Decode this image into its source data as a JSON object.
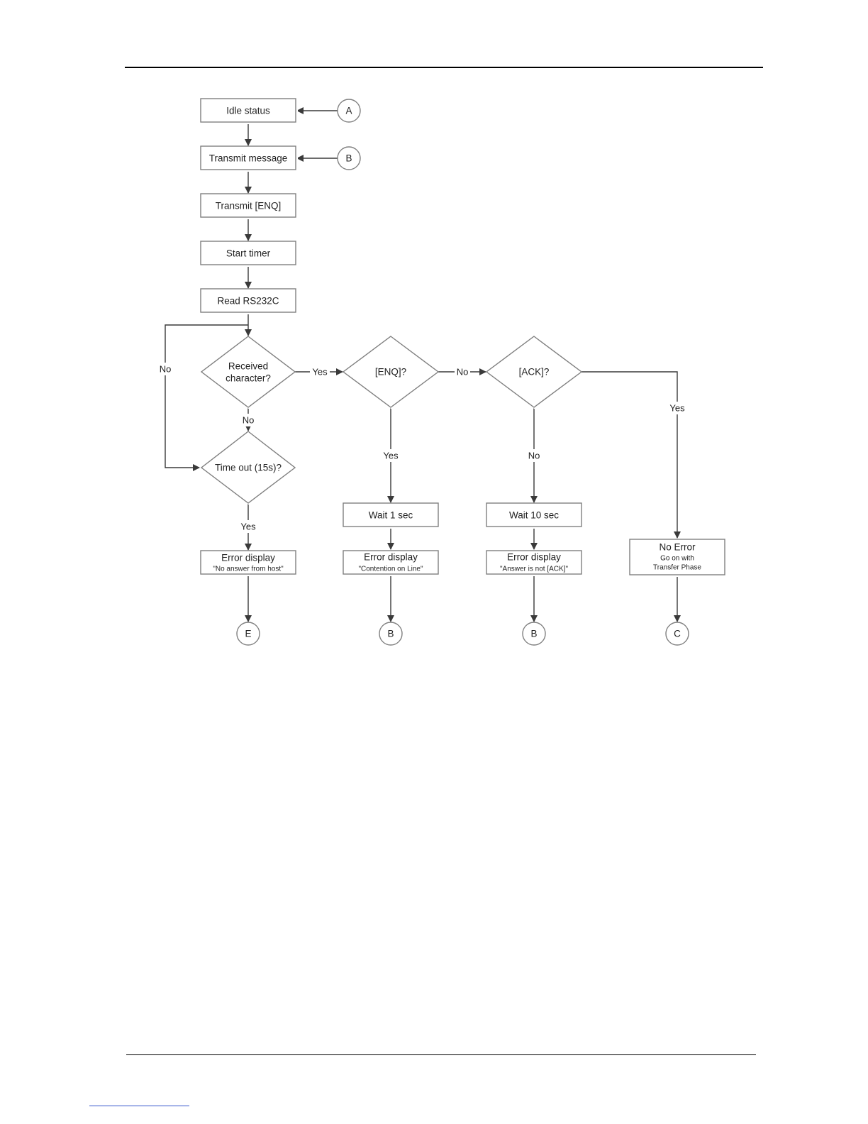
{
  "boxes": {
    "idle": "Idle status",
    "transmit_message": "Transmit message",
    "transmit_enq": "Transmit [ENQ]",
    "start_timer": "Start timer",
    "read_rs232c": "Read RS232C",
    "wait_1": "Wait 1 sec",
    "wait_10": "Wait 10 sec",
    "err_host_title": "Error display",
    "err_host_msg": "\"No answer from host\"",
    "err_contention_title": "Error display",
    "err_contention_msg": "\"Contention on Line\"",
    "err_ack_title": "Error display",
    "err_ack_msg": "\"Answer is not [ACK]\"",
    "no_error_title": "No Error",
    "no_error_line1": "Go on with",
    "no_error_line2": "Transfer Phase"
  },
  "decisions": {
    "received_line1": "Received",
    "received_line2": "character?",
    "enq": "[ENQ]?",
    "ack": "[ACK]?",
    "timeout": "Time out (15s)?"
  },
  "connectors": {
    "a_in": "A",
    "b_in": "B",
    "e_out": "E",
    "b_out_1": "B",
    "b_out_2": "B",
    "c_out": "C"
  },
  "edge_labels": {
    "loop_no": "No",
    "received_yes": "Yes",
    "received_no": "No",
    "enq_no": "No",
    "enq_yes": "Yes",
    "ack_yes": "Yes",
    "ack_no": "No",
    "timeout_yes": "Yes"
  }
}
